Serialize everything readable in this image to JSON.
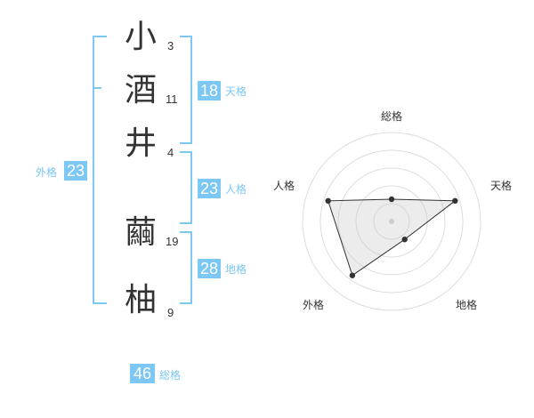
{
  "name": {
    "chars": [
      {
        "char": "小",
        "strokes": "3"
      },
      {
        "char": "酒",
        "strokes": "11"
      },
      {
        "char": "井",
        "strokes": "4"
      },
      {
        "char": "繭",
        "strokes": "19"
      },
      {
        "char": "柚",
        "strokes": "9"
      }
    ]
  },
  "scores": {
    "tenkaku": {
      "value": "18",
      "label": "天格"
    },
    "jinkaku": {
      "value": "23",
      "label": "人格"
    },
    "chikaku": {
      "value": "28",
      "label": "地格"
    },
    "gaikaku": {
      "value": "23",
      "label": "外格"
    },
    "soukaku": {
      "value": "46",
      "label": "総格"
    }
  },
  "radar": {
    "axes": [
      "総格",
      "天格",
      "地格",
      "外格",
      "人格"
    ],
    "levels": 5,
    "values": [
      0.25,
      0.75,
      0.25,
      0.75,
      0.75
    ]
  },
  "colors": {
    "accent": "#7cc7f3",
    "text": "#333333"
  }
}
